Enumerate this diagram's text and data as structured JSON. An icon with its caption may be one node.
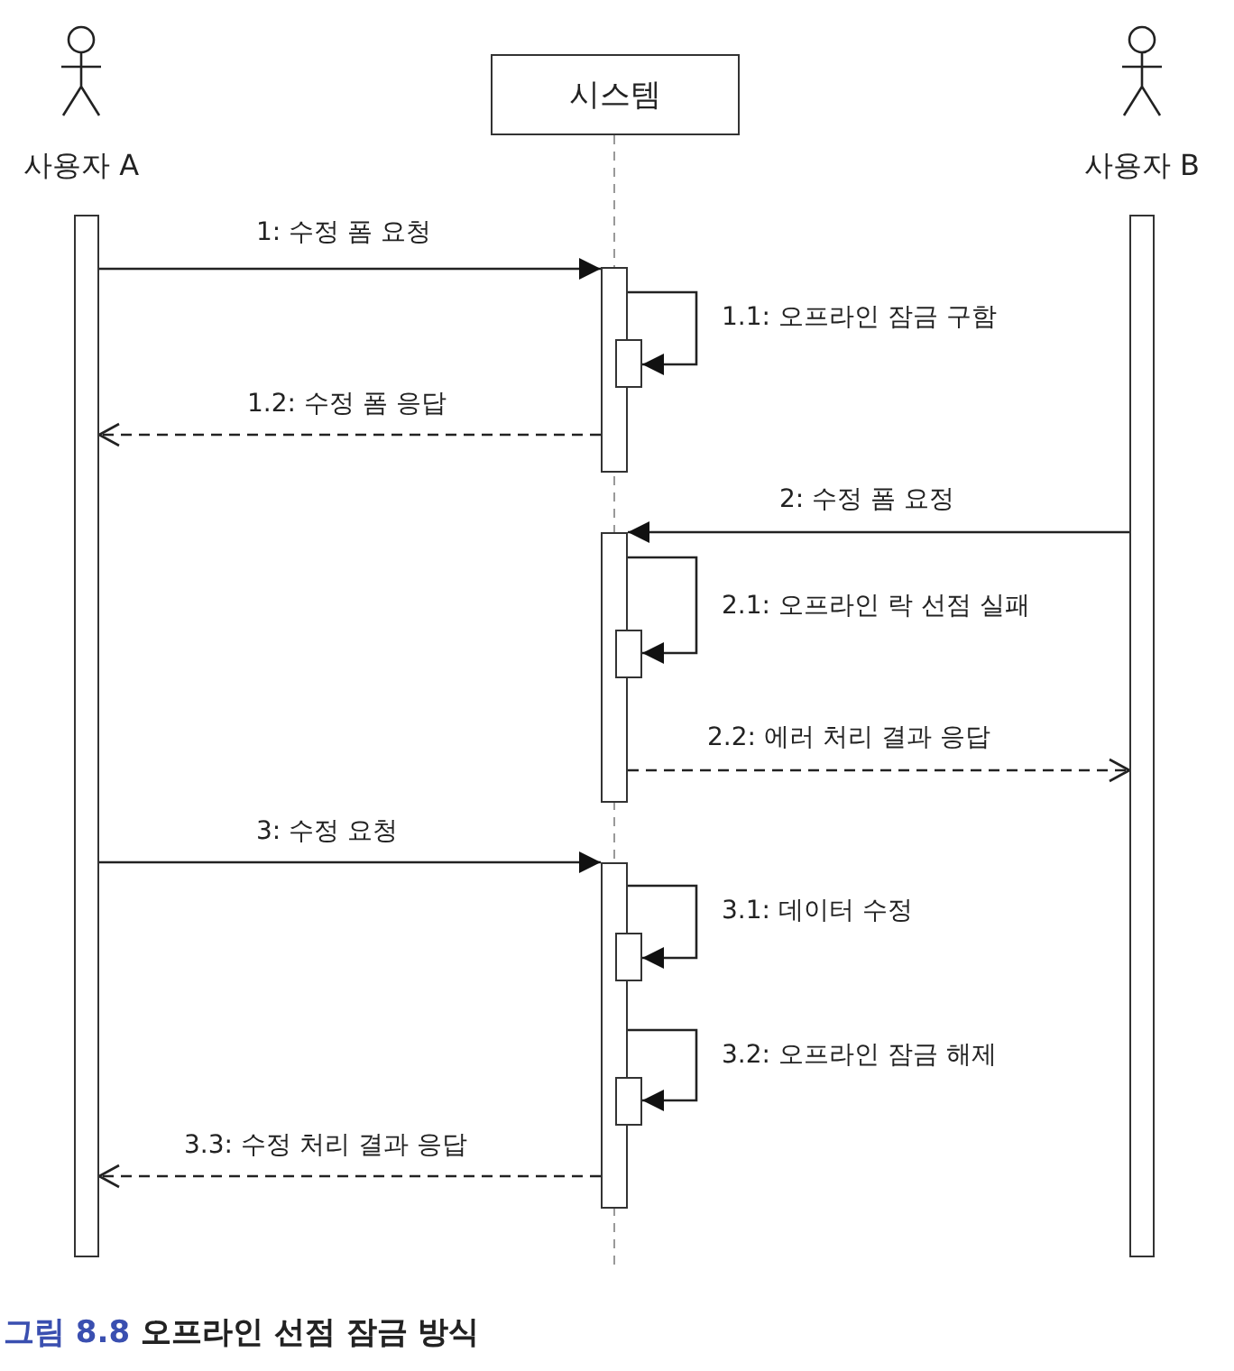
{
  "diagram": {
    "caption": "그림 8.8 오프라인 선점 잠금 방식",
    "nodes": [
      {
        "text": [
          "사용자 A"
        ]
      },
      {
        "text": [
          "시스템"
        ]
      },
      {
        "text": [
          "사용자 B"
        ]
      },
      {
        "text": [],
        "shape": "bar"
      },
      {
        "text": [],
        "shape": "bar"
      },
      {
        "text": [],
        "shape": "bar"
      },
      {
        "text": [],
        "shape": "bar"
      },
      {
        "text": [],
        "shape": "bar"
      },
      {
        "text": [],
        "shape": "bar"
      },
      {
        "text": [],
        "shape": "bar"
      },
      {
        "text": [],
        "shape": "bar"
      },
      {
        "text": [],
        "shape": "bar"
      }
    ],
    "edges": [
      {
        "from": 3,
        "to": 4,
        "arrow": "to",
        "label": "1: 수정 폼 요청"
      },
      {
        "from": 4,
        "to": 5,
        "arrow": "to",
        "label": "1.1: 오프라인 잠금 구함"
      },
      {
        "from": 4,
        "to": 3,
        "arrow": "to",
        "label": "1.2: 수정 폼 응답",
        "style": "dashed"
      },
      {
        "from": 11,
        "to": 6,
        "arrow": "to",
        "label": "2: 수정 폼 요정"
      },
      {
        "from": 6,
        "to": 7,
        "arrow": "to",
        "label": "2.1: 오프라인 락 선점 실패"
      },
      {
        "from": 6,
        "to": 11,
        "arrow": "to",
        "label": "2.2: 에러 처리 결과 응답",
        "style": "dashed"
      },
      {
        "from": 3,
        "to": 8,
        "arrow": "to",
        "label": "3: 수정 요청"
      },
      {
        "from": 8,
        "to": 9,
        "arrow": "to",
        "label": "3.1: 데이터 수정"
      },
      {
        "from": 8,
        "to": 10,
        "arrow": "to",
        "label": "3.2: 오프라인 잠금 해제"
      },
      {
        "from": 8,
        "to": 3,
        "arrow": "to",
        "label": "3.3: 수정 처리 결과 응답",
        "style": "dashed"
      }
    ]
  }
}
